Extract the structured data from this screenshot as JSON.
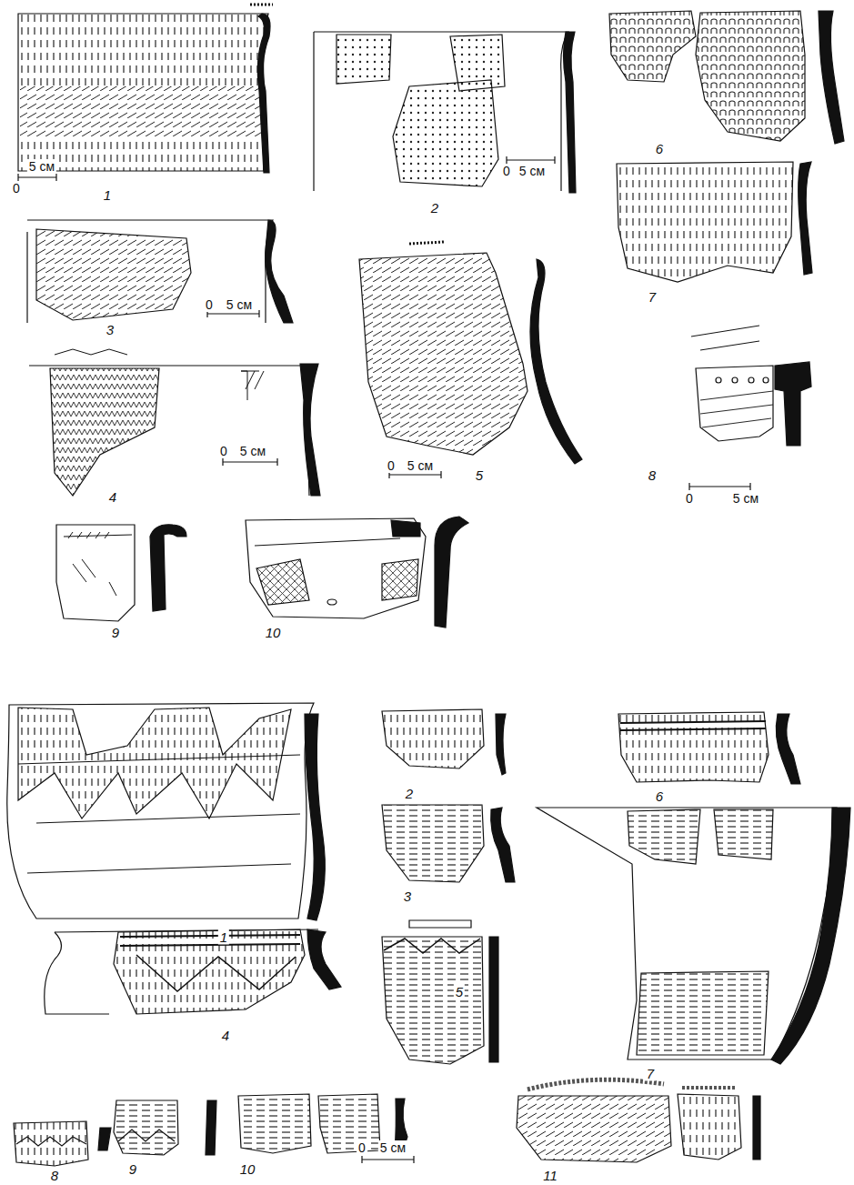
{
  "diagram": {
    "labels": [
      "0",
      "5 см",
      "1",
      "0",
      "5 см",
      "2",
      "6",
      "7",
      "0",
      "5 см",
      "3",
      "0",
      "5 см",
      "4",
      "0",
      "5 см",
      "5",
      "8",
      "0",
      "5 см",
      "9",
      "10",
      "1",
      "2",
      "6",
      "3",
      "7",
      "4",
      "5",
      "8",
      "9",
      "10",
      "0",
      "5 см",
      "11"
    ]
  }
}
